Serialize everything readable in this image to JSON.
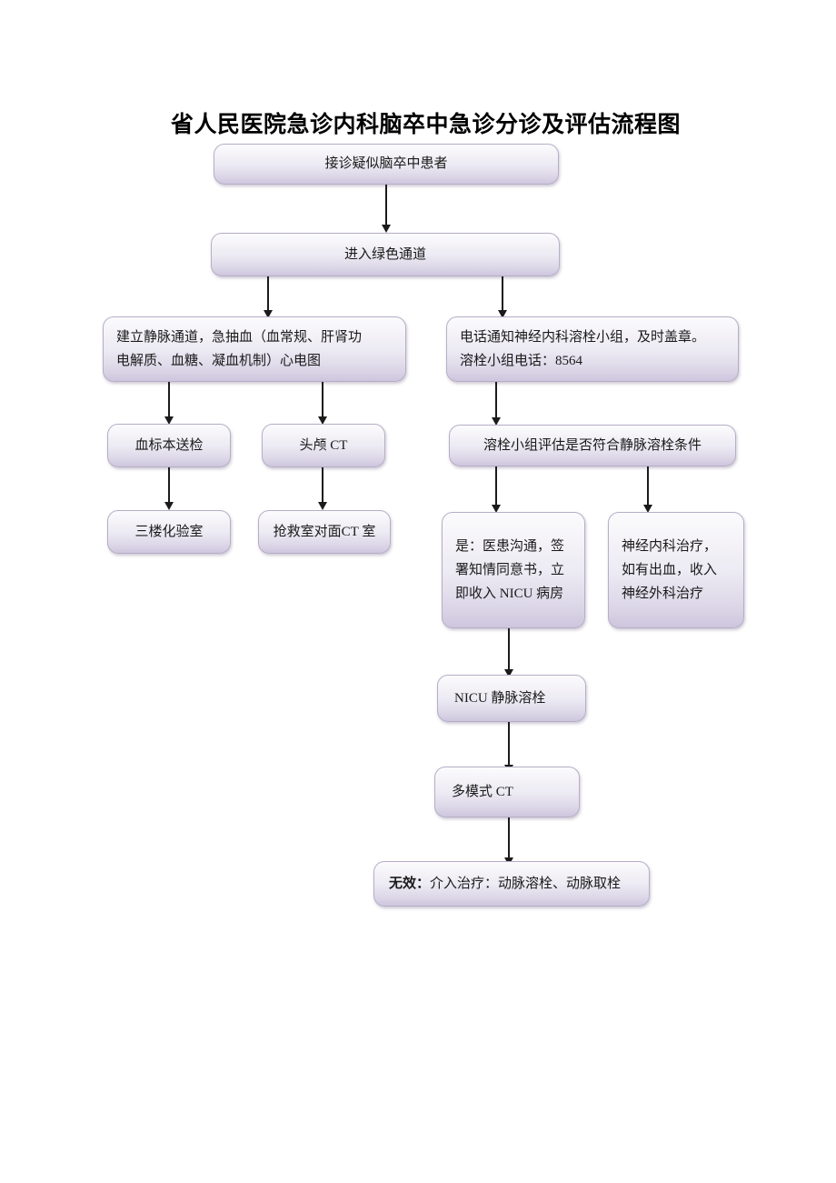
{
  "document": {
    "title": "省人民医院急诊内科脑卒中急诊分诊及评估流程图"
  },
  "flowchart": {
    "type": "flowchart",
    "nodes": [
      {
        "id": "n1",
        "label": "接诊疑似脑卒中患者"
      },
      {
        "id": "n2",
        "label": "进入绿色通道"
      },
      {
        "id": "n3a",
        "label": "建立静脉通道，急抽血（血常规、肝肾功"
      },
      {
        "id": "n3b",
        "label": "电解质、血糖、凝血机制）心电图"
      },
      {
        "id": "n4a",
        "label": "电话通知神经内科溶栓小组，及时盖章。"
      },
      {
        "id": "n4b",
        "label": "溶栓小组电话：8564"
      },
      {
        "id": "n5",
        "label": "血标本送检"
      },
      {
        "id": "n6",
        "label": "头颅 CT"
      },
      {
        "id": "n7",
        "label": "溶栓小组评估是否符合静脉溶栓条件"
      },
      {
        "id": "n8",
        "label": "三楼化验室"
      },
      {
        "id": "n9",
        "label": "抢救室对面CT 室"
      },
      {
        "id": "n10a",
        "label": "是：医患沟通，签"
      },
      {
        "id": "n10b",
        "label": "署知情同意书，立"
      },
      {
        "id": "n10c",
        "label": "即收入 NICU 病房"
      },
      {
        "id": "n11a",
        "label": "神经内科治疗，"
      },
      {
        "id": "n11b",
        "label": "如有出血，收入"
      },
      {
        "id": "n11c",
        "label": "神经外科治疗"
      },
      {
        "id": "n12",
        "label": "NICU 静脉溶栓"
      },
      {
        "id": "n13",
        "label": "多模式 CT"
      },
      {
        "id": "n14_bold",
        "label": "无效："
      },
      {
        "id": "n14_rest",
        "label": "介入治疗：动脉溶栓、动脉取栓"
      }
    ],
    "edges": [
      {
        "from": "n1",
        "to": "n2"
      },
      {
        "from": "n2",
        "to": "n3"
      },
      {
        "from": "n2",
        "to": "n4"
      },
      {
        "from": "n3",
        "to": "n5"
      },
      {
        "from": "n3",
        "to": "n6"
      },
      {
        "from": "n4",
        "to": "n7"
      },
      {
        "from": "n5",
        "to": "n8"
      },
      {
        "from": "n6",
        "to": "n9"
      },
      {
        "from": "n7",
        "to": "n10"
      },
      {
        "from": "n7",
        "to": "n11"
      },
      {
        "from": "n10",
        "to": "n12"
      },
      {
        "from": "n12",
        "to": "n13"
      },
      {
        "from": "n13",
        "to": "n14"
      }
    ]
  },
  "colors": {
    "node_fill_top": "#fbfbfd",
    "node_fill_bottom": "#cdc6de",
    "node_border": "#b7aec6",
    "connector": "#1b1b1b",
    "text": "#1a1a1a",
    "page_background": "#ffffff"
  }
}
